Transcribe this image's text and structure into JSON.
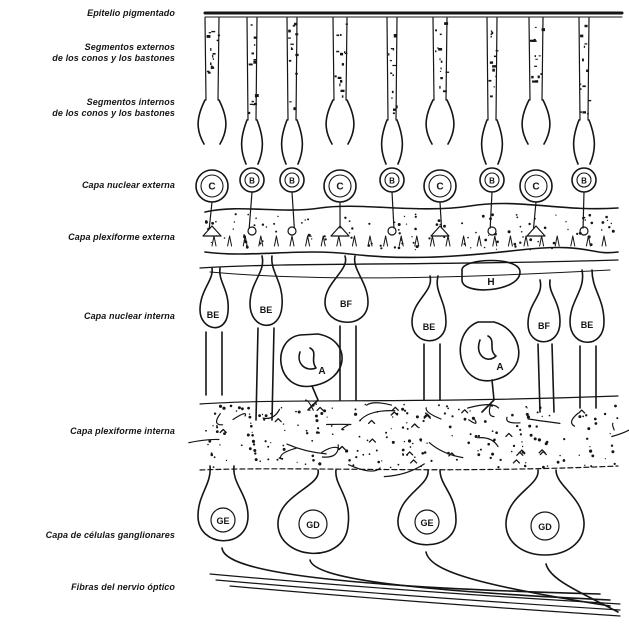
{
  "labels": {
    "pigment_epithelium": "Epitelio pigmentado",
    "outer_segments_line1": "Segmentos externos",
    "outer_segments_line2": "de los conos y los bastones",
    "inner_segments_line1": "Segmentos internos",
    "inner_segments_line2": "de los conos y los bastones",
    "outer_nuclear": "Capa nuclear externa",
    "outer_plexiform": "Capa plexiforme externa",
    "inner_nuclear": "Capa nuclear interna",
    "inner_plexiform": "Capa plexiforme interna",
    "ganglion_cells": "Capa de células ganglionares",
    "optic_nerve_fibers": "Fibras del nervio óptico"
  },
  "photoreceptors": {
    "letters": [
      "C",
      "B",
      "B",
      "C",
      "B",
      "C",
      "B",
      "C",
      "B"
    ]
  },
  "inner_cells": {
    "horizontal": "H",
    "bipolar_1": "BE",
    "bipolar_2": "BE",
    "bipolar_3": "BF",
    "bipolar_4": "BE",
    "bipolar_5": "BF",
    "bipolar_6": "BE",
    "amacrine_1": "A",
    "amacrine_2": "A"
  },
  "ganglion_cells": {
    "letters": [
      "GE",
      "GD",
      "GE",
      "GD"
    ]
  },
  "colors": {
    "ink": "#151515",
    "paper": "#ffffff"
  }
}
